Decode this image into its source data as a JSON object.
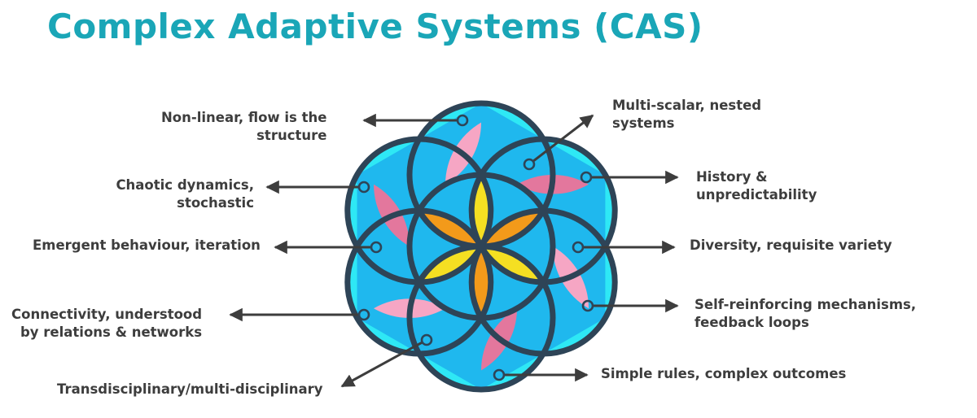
{
  "title": "Complex Adaptive Systems (CAS)",
  "colors": {
    "title": "#1aa6b7",
    "outline": "#2e4457",
    "outer_fill": "#2ee8f5",
    "inner_fill": "#1fb8ee",
    "petal_dark": "#e3779d",
    "petal_light": "#f6a6c4",
    "center_orange": "#f39a1a",
    "center_yellow": "#f5df22",
    "text": "#3d3d3d"
  },
  "labels": [
    {
      "id": "nonlinear",
      "lines": [
        "Non-linear, flow is the",
        "structure"
      ]
    },
    {
      "id": "multiscalar",
      "lines": [
        "Multi-scalar, nested",
        "systems"
      ]
    },
    {
      "id": "chaotic",
      "lines": [
        "Chaotic dynamics,",
        "stochastic"
      ]
    },
    {
      "id": "history",
      "lines": [
        "History &",
        "unpredictability"
      ]
    },
    {
      "id": "emergent",
      "lines": [
        "Emergent behaviour, iteration"
      ]
    },
    {
      "id": "diversity",
      "lines": [
        "Diversity, requisite variety"
      ]
    },
    {
      "id": "connectivity",
      "lines": [
        "Connectivity, understood",
        "by relations & networks"
      ]
    },
    {
      "id": "selfreinforcing",
      "lines": [
        "Self-reinforcing mechanisms,",
        "feedback loops"
      ]
    },
    {
      "id": "transdisciplinary",
      "lines": [
        "Transdisciplinary/multi-disciplinary"
      ]
    },
    {
      "id": "simplerules",
      "lines": [
        "Simple rules, complex outcomes"
      ]
    }
  ]
}
